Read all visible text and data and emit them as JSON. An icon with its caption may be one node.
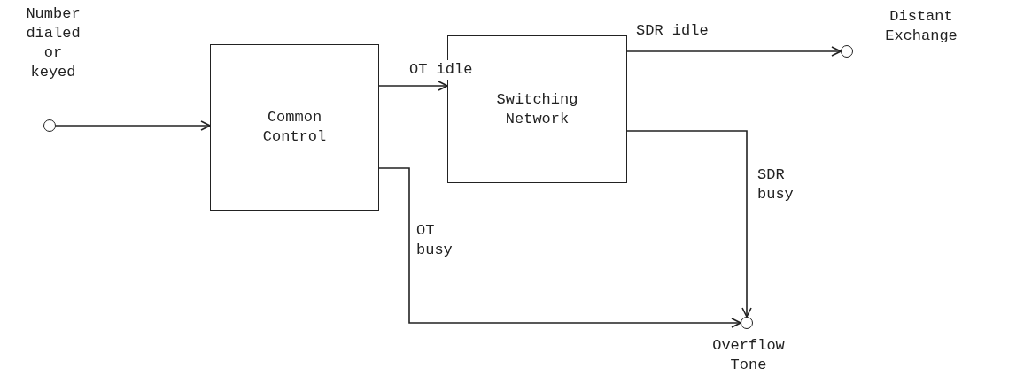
{
  "diagram": {
    "nodes": [
      {
        "text": [],
        "shape": "circle",
        "beside": [
          "Number dialed or keyed"
        ]
      },
      {
        "text": [
          "Common Control"
        ]
      },
      {
        "text": [
          "Switching Network"
        ]
      },
      {
        "text": [],
        "shape": "circle",
        "beside": [
          "Distant Exchange"
        ]
      },
      {
        "text": [],
        "shape": "circle",
        "beside": [
          "Overflow Tone"
        ]
      }
    ],
    "edges": [
      {
        "from": 0,
        "to": 1,
        "arrow": "to"
      },
      {
        "from": 1,
        "to": 2,
        "arrow": "to",
        "label": "OT idle"
      },
      {
        "from": 2,
        "to": 3,
        "arrow": "to",
        "label": "SDR idle"
      },
      {
        "from": 1,
        "to": 4,
        "arrow": "to",
        "label": "OT busy"
      },
      {
        "from": 2,
        "to": 4,
        "arrow": "to",
        "label": "SDR busy"
      }
    ]
  }
}
